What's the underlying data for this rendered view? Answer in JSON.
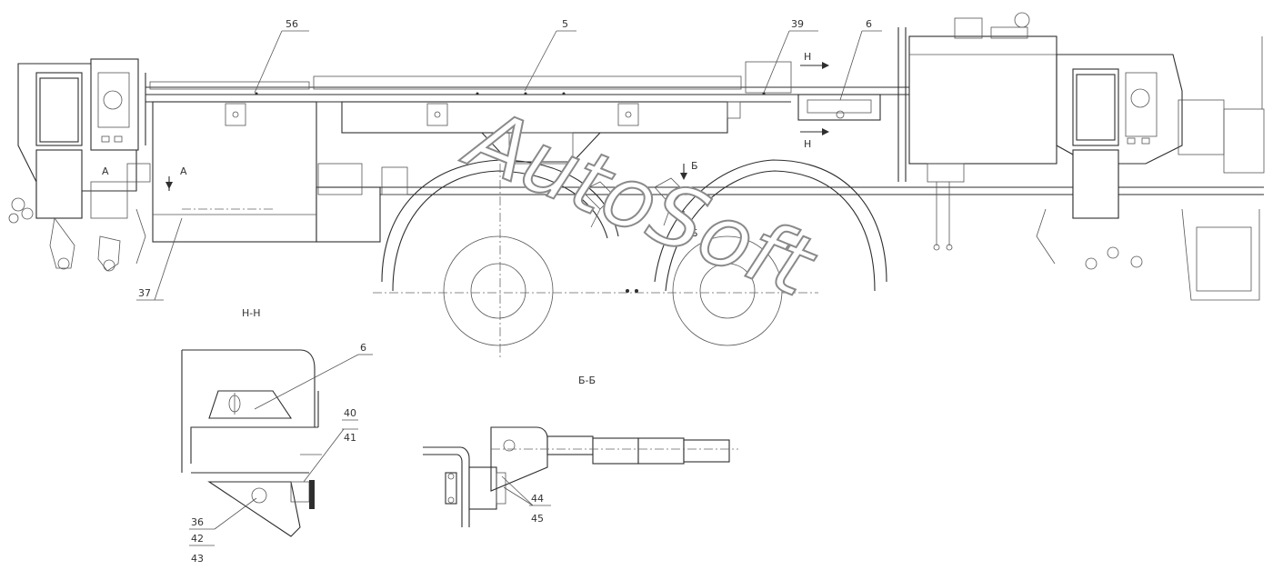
{
  "watermark": "AutoSoft",
  "callouts": {
    "c56": "56",
    "c5": "5",
    "c39": "39",
    "c6_top": "6",
    "c37": "37",
    "c6_detail": "6",
    "c40": "40",
    "c41": "41",
    "c36": "36",
    "c42": "42",
    "c43": "43",
    "c44": "44",
    "c45": "45"
  },
  "section_marks": {
    "a_left": "А",
    "a_right": "А",
    "h_top": "Н",
    "h_bottom": "Н",
    "b_top": "Б",
    "b_bottom": "Б"
  },
  "views": {
    "hh": "Н-Н",
    "bb": "Б-Б"
  }
}
